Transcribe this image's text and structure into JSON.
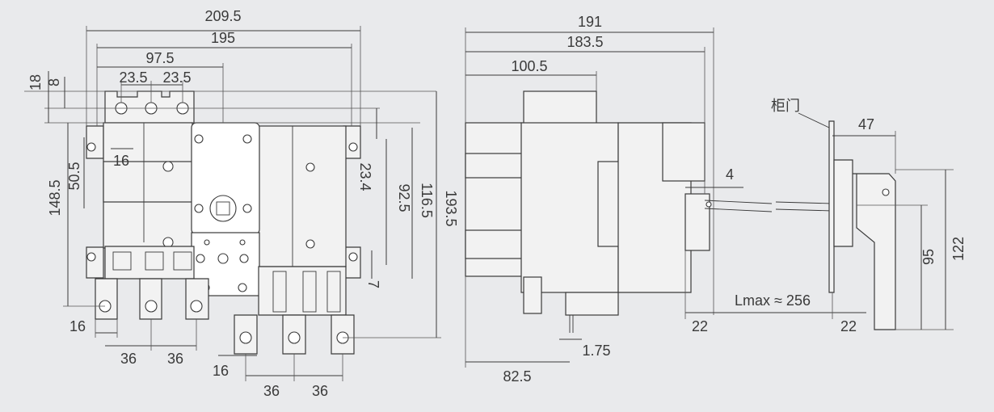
{
  "labels": {
    "d_209_5": "209.5",
    "d_195": "195",
    "d_97_5": "97.5",
    "d_23_5_a": "23.5",
    "d_23_5_b": "23.5",
    "d_18": "18",
    "d_8": "8",
    "d_16_top": "16",
    "d_148_5": "148.5",
    "d_50_5": "50.5",
    "d_23_4": "23.4",
    "d_92_5": "92.5",
    "d_116_5": "116.5",
    "d_193_5": "193.5",
    "d_7": "7",
    "d_16_left": "16",
    "d_36_a": "36",
    "d_36_b": "36",
    "d_16_bottom": "16",
    "d_36_c": "36",
    "d_36_d": "36",
    "d_191": "191",
    "d_183_5": "183.5",
    "d_100_5": "100.5",
    "d_4": "4",
    "d_1_75": "1.75",
    "d_82_5": "82.5",
    "d_22_a": "22",
    "d_22_b": "22",
    "lmax": "Lmax ≈ 256",
    "cabinet_door": "柜门",
    "d_47": "47",
    "d_95": "95",
    "d_122": "122"
  },
  "colors": {
    "background": "#e9eaec",
    "line": "#3a3a3a"
  }
}
